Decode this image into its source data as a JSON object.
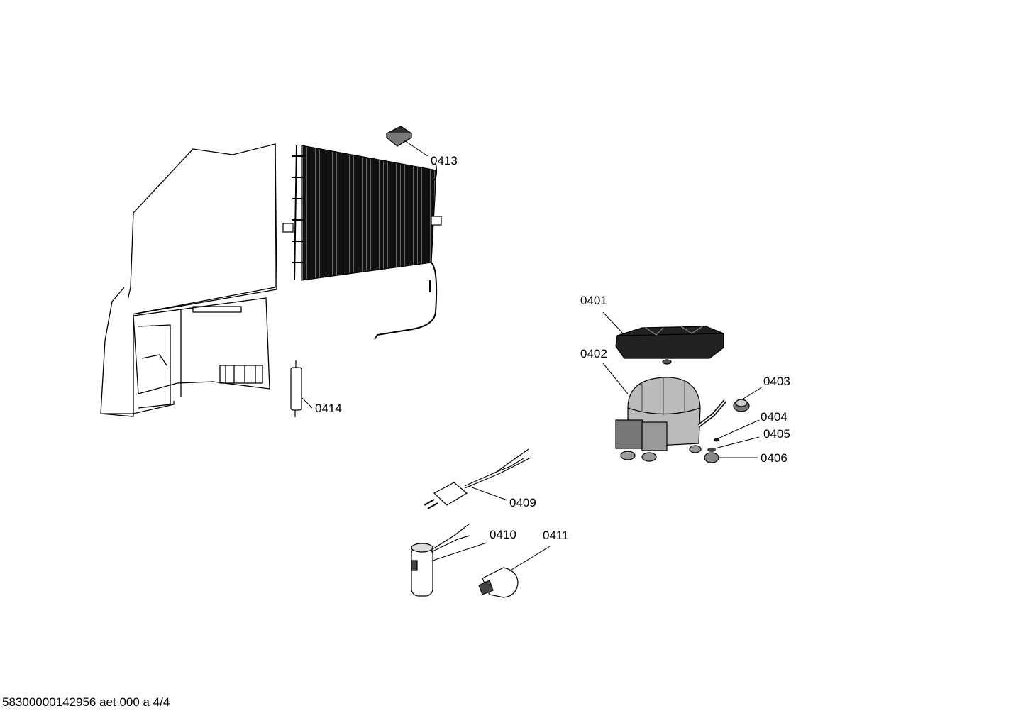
{
  "diagram": {
    "parts": [
      {
        "id": "cabinet",
        "icon": "refrigerator-cabinet-icon"
      },
      {
        "id": "condenser",
        "icon": "condenser-coil-icon"
      },
      {
        "id": "0401",
        "label": "0401",
        "icon": "compressor-tray-icon"
      },
      {
        "id": "0402",
        "label": "0402",
        "icon": "compressor-icon"
      },
      {
        "id": "0403",
        "label": "0403",
        "icon": "grommet-icon"
      },
      {
        "id": "0404",
        "label": "0404",
        "icon": "washer-icon"
      },
      {
        "id": "0405",
        "label": "0405",
        "icon": "clip-icon"
      },
      {
        "id": "0406",
        "label": "0406",
        "icon": "foot-icon"
      },
      {
        "id": "0409",
        "label": "0409",
        "icon": "relay-cable-icon"
      },
      {
        "id": "0410",
        "label": "0410",
        "icon": "capacitor-icon"
      },
      {
        "id": "0411",
        "label": "0411",
        "icon": "protector-icon"
      },
      {
        "id": "0413",
        "label": "0413",
        "icon": "clamp-icon"
      },
      {
        "id": "0414",
        "label": "0414",
        "icon": "dryer-filter-icon"
      }
    ]
  },
  "footer": "58300000142956 aet 000 a 4/4"
}
